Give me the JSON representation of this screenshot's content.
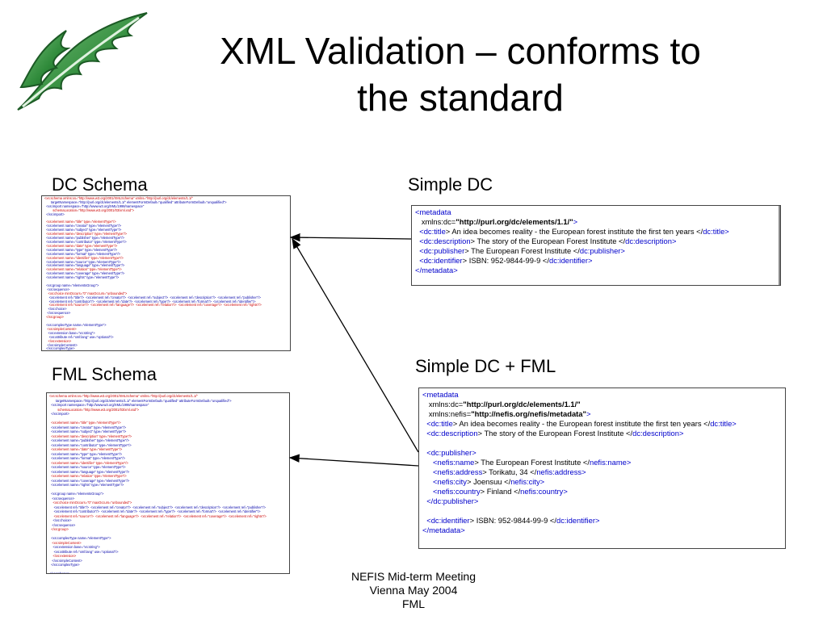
{
  "slide": {
    "title_line1": "XML Validation – conforms to",
    "title_line2": "the standard"
  },
  "labels": {
    "dc_schema": "DC Schema",
    "fml_schema": "FML Schema",
    "simple_dc": "Simple DC",
    "simple_dc_fml": "Simple DC + FML"
  },
  "simple_dc_lines": [
    [
      "<",
      "metadata",
      "",
      ""
    ],
    [
      "   xmlns:dc=",
      "",
      "\"http://purl.org/dc/elements/1.1/\"",
      ">"
    ],
    [
      "  <",
      "dc:title",
      "> An idea becomes reality - the European forest institute the first ten years </",
      "dc:title>"
    ],
    [
      "  <",
      "dc:description",
      "> The story of the European Forest Institute </",
      "dc:description>"
    ],
    [
      "  <",
      "dc:publisher",
      "> The European Forest Institute </",
      "dc:publisher>"
    ],
    [
      "  <",
      "dc:identifier",
      "> ISBN: 952-9844-99-9 </",
      "dc:identifier>"
    ],
    [
      "</",
      "metadata",
      ">",
      ""
    ]
  ],
  "simple_dc_fml_lines": [
    [
      "<",
      "metadata",
      "",
      ""
    ],
    [
      "   xmlns:dc=",
      "",
      "\"http://purl.org/dc/elements/1.1/\"",
      ""
    ],
    [
      "   xmlns:nefis=",
      "",
      "\"http://nefis.org/nefis/metadata\"",
      ">"
    ],
    [
      "  <",
      "dc:title",
      "> An idea becomes reality - the European forest institute the first ten years </",
      "dc:title>"
    ],
    [
      "  <",
      "dc:description",
      "> The story of the European Forest Institute </",
      "dc:description>"
    ],
    [
      "",
      "",
      "",
      ""
    ],
    [
      "  <",
      "dc:publisher",
      ">",
      ""
    ],
    [
      "     <",
      "nefis:name",
      "> The European Forest Institute </",
      "nefis:name>"
    ],
    [
      "     <",
      "nefis:address",
      "> Torikatu, 34 </",
      "nefis:address>"
    ],
    [
      "     <",
      "nefis:city",
      "> Joensuu </",
      "nefis:city>"
    ],
    [
      "     <",
      "nefis:country",
      "> Finland </",
      "nefis:country>"
    ],
    [
      "  </",
      "dc:publisher",
      ">",
      ""
    ],
    [
      "",
      "",
      "",
      ""
    ],
    [
      "  <",
      "dc:identifier",
      "> ISBN: 952-9844-99-9 </",
      "dc:identifier>"
    ],
    [
      "</",
      "metadata",
      ">",
      ""
    ]
  ],
  "schema_lines": [
    "<xs:schema xmlns:xs=\"http://www.w3.org/2001/XMLSchema\" xmlns=\"http://purl.org/dc/elements/1.1/\"",
    "       targetNamespace=\"http://purl.org/dc/elements/1.1/\" elementFormDefault=\"qualified\" attributeFormDefault=\"unqualified\">",
    "  <xs:import namespace=\"http://www.w3.org/XML/1998/namespace\"",
    "         schemaLocation=\"http://www.w3.org/2001/03/xml.xsd\">",
    "  </xs:import>",
    "",
    "  <xs:element name=\"title\" type=\"elementType\"/>",
    "  <xs:element name=\"creator\" type=\"elementType\"/>",
    "  <xs:element name=\"subject\" type=\"elementType\"/>",
    "  <xs:element name=\"description\" type=\"elementType\"/>",
    "  <xs:element name=\"publisher\" type=\"elementType\"/>",
    "  <xs:element name=\"contributor\" type=\"elementType\"/>",
    "  <xs:element name=\"date\" type=\"elementType\"/>",
    "  <xs:element name=\"type\" type=\"elementType\"/>",
    "  <xs:element name=\"format\" type=\"elementType\"/>",
    "  <xs:element name=\"identifier\" type=\"elementType\"/>",
    "  <xs:element name=\"source\" type=\"elementType\"/>",
    "  <xs:element name=\"language\" type=\"elementType\"/>",
    "  <xs:element name=\"relation\" type=\"elementType\"/>",
    "  <xs:element name=\"coverage\" type=\"elementType\"/>",
    "  <xs:element name=\"rights\" type=\"elementType\"/>",
    "",
    "  <xs:group name=\"elementsGroup\">",
    "   <xs:sequence>",
    "    <xs:choice minOccurs=\"0\" maxOccurs=\"unbounded\">",
    "     <xs:element ref=\"title\"/>  <xs:element ref=\"creator\"/>  <xs:element ref=\"subject\"/>  <xs:element ref=\"description\"/>  <xs:element ref=\"publisher\"/>",
    "     <xs:element ref=\"contributor\"/>  <xs:element ref=\"date\"/>  <xs:element ref=\"type\"/>  <xs:element ref=\"format\"/>  <xs:element ref=\"identifier\"/>",
    "     <xs:element ref=\"source\"/>  <xs:element ref=\"language\"/>  <xs:element ref=\"relation\"/>  <xs:element ref=\"coverage\"/>  <xs:element ref=\"rights\"/>",
    "    </xs:choice>",
    "   </xs:sequence>",
    "  </xs:group>",
    "",
    "  <xs:complexType name=\"elementType\">",
    "   <xs:simpleContent>",
    "    <xs:extension base=\"xs:string\">",
    "     <xs:attribute ref=\"xml:lang\" use=\"optional\"/>",
    "    </xs:extension>",
    "   </xs:simpleContent>",
    "  </xs:complexType>",
    "",
    "</xs:schema>"
  ],
  "footer": {
    "line1": "NEFIS Mid-term Meeting",
    "line2": "Vienna May 2004",
    "line3": "FML"
  },
  "colors": {
    "logo_green": "#2f8a3a",
    "tag_blue": "#0000cc"
  }
}
